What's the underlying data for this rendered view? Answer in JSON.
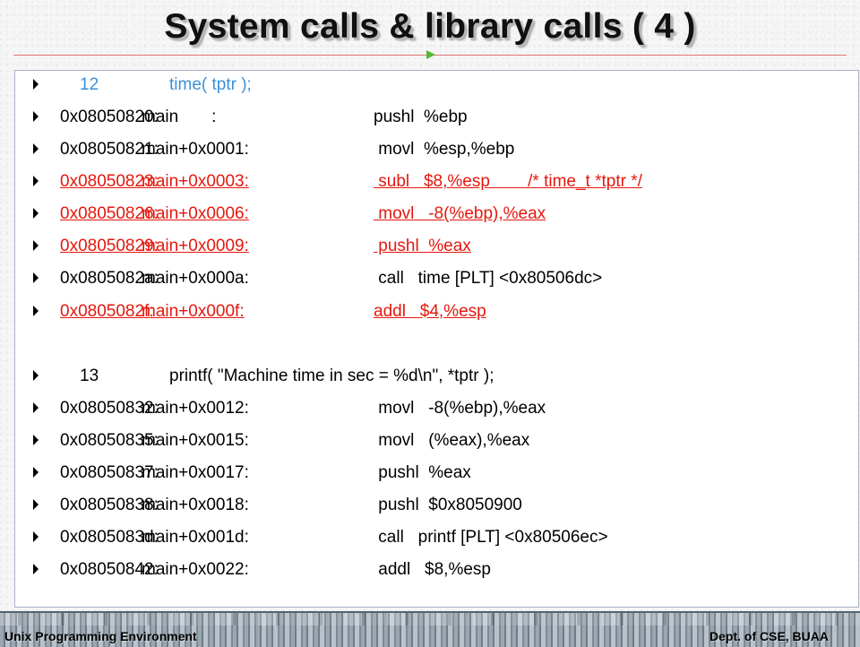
{
  "slide": {
    "title": "System calls & library calls ( 4 )"
  },
  "lines": [
    {
      "style": "blue",
      "kind": "src",
      "a": "12",
      "b": "time( tptr );",
      "c": ""
    },
    {
      "style": "normal",
      "kind": "asm",
      "a": "0x08050820:",
      "b": "main       :",
      "c": "pushl  %ebp"
    },
    {
      "style": "normal",
      "kind": "asm",
      "a": "0x08050821:",
      "b": "main+0x0001:",
      "c": " movl  %esp,%ebp"
    },
    {
      "style": "red",
      "kind": "asm",
      "a": "0x08050823:",
      "b": "main+0x0003:",
      "c": " subl   $8,%esp        /* time_t *tptr */"
    },
    {
      "style": "red",
      "kind": "asm",
      "a": "0x08050826:",
      "b": "main+0x0006:",
      "c": " movl   -8(%ebp),%eax"
    },
    {
      "style": "red",
      "kind": "asm",
      "a": "0x08050829:",
      "b": "main+0x0009:",
      "c": " pushl  %eax"
    },
    {
      "style": "normal",
      "kind": "asm",
      "a": "0x0805082a:",
      "b": "main+0x000a:",
      "c": " call   time [PLT] <0x80506dc>"
    },
    {
      "style": "red",
      "kind": "asm",
      "a": "0x0805082f:",
      "b": "main+0x000f:",
      "c": "addl   $4,%esp"
    },
    {
      "style": "gap",
      "kind": "gap",
      "a": "",
      "b": "",
      "c": ""
    },
    {
      "style": "normal",
      "kind": "src",
      "a": "13",
      "b": "printf( \"Machine time in sec = %d\\n\", *tptr );",
      "c": ""
    },
    {
      "style": "normal",
      "kind": "asm",
      "a": "0x08050832:",
      "b": "main+0x0012:",
      "c": " movl   -8(%ebp),%eax"
    },
    {
      "style": "normal",
      "kind": "asm",
      "a": "0x08050835:",
      "b": "main+0x0015:",
      "c": " movl   (%eax),%eax"
    },
    {
      "style": "normal",
      "kind": "asm",
      "a": "0x08050837:",
      "b": "main+0x0017:",
      "c": " pushl  %eax"
    },
    {
      "style": "normal",
      "kind": "asm",
      "a": "0x08050838:",
      "b": "main+0x0018:",
      "c": " pushl  $0x8050900"
    },
    {
      "style": "normal",
      "kind": "asm",
      "a": "0x0805083d:",
      "b": "main+0x001d:",
      "c": " call   printf [PLT] <0x80506ec>"
    },
    {
      "style": "normal",
      "kind": "asm",
      "a": "0x08050842:",
      "b": "main+0x0022:",
      "c": " addl   $8,%esp"
    }
  ],
  "footer": {
    "left": "Unix Programming Environment",
    "right": "Dept. of CSE, BUAA"
  },
  "colors": {
    "blue_line": "#3d8fd8",
    "red_line": "#e4180e",
    "title_rule": "#e27575",
    "arrow": "#53b935"
  }
}
